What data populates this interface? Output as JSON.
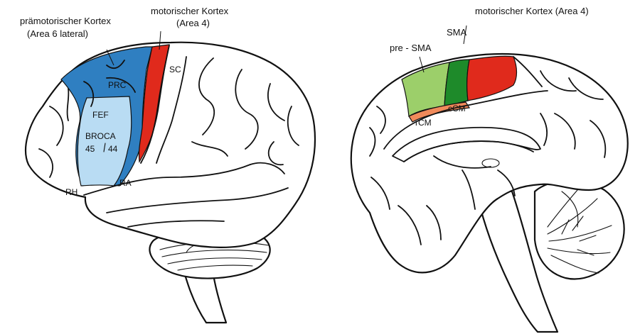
{
  "colors": {
    "premotor_dark": "#2f7fc1",
    "premotor_light": "#b9dcf3",
    "motor": "#e02a1c",
    "pre_sma": "#9ccf6a",
    "sma": "#1e8a2a",
    "cingulate_motor": "#f08a5b"
  },
  "lateral": {
    "premotor_title_line1": "prämotorischer Kortex",
    "premotor_title_line2": "(Area 6  lateral)",
    "motor_title_line1": "motorischer Kortex",
    "motor_title_line2": "(Area 4)",
    "label_sc": "SC",
    "label_prc": "PRC",
    "label_fef": "FEF",
    "label_broca": "BROCA",
    "label_45": "45",
    "label_44": "44",
    "label_rh": "RH",
    "label_ra": "RA"
  },
  "medial": {
    "motor_title": "motorischer Kortex  (Area 4)",
    "label_sma": "SMA",
    "label_pre_sma": "pre - SMA",
    "label_ccm": "cCM",
    "label_rcm": "rCM"
  }
}
